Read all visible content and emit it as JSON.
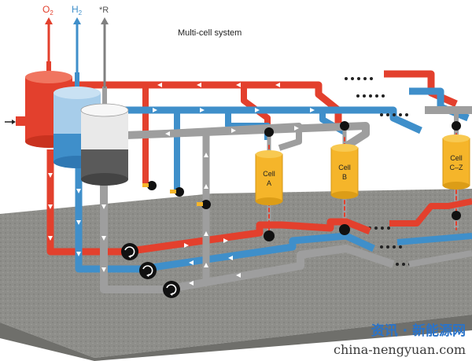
{
  "title": "Multi-cell system",
  "gas_outputs": {
    "o2": "O",
    "o2_sub": "2",
    "h2": "H",
    "h2_sub": "2",
    "r": "*R"
  },
  "cells": [
    {
      "line1": "Cell",
      "line2": "A"
    },
    {
      "line1": "Cell",
      "line2": "B"
    },
    {
      "line1": "Cell",
      "line2": "C–Z"
    }
  ],
  "watermark": {
    "cn": "资讯 · 新能源网",
    "en": "china-nengyuan.com"
  },
  "colors": {
    "oxygen": "#e3402d",
    "hydrogen": "#3f8fca",
    "recycle": "#9e9e9e",
    "cell": "#f5b52a",
    "platform": "#8a8a86",
    "watermark_cn": "#2a73c8"
  }
}
